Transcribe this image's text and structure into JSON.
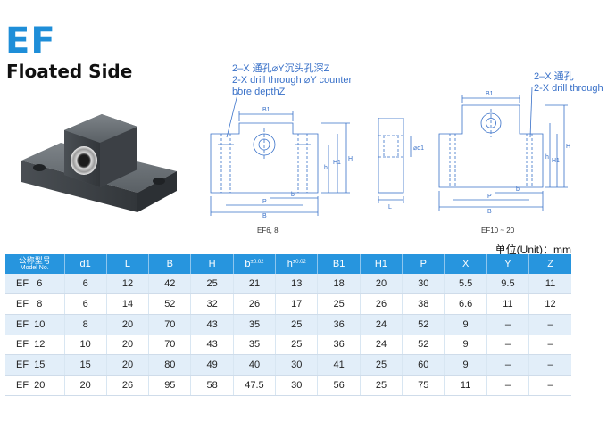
{
  "header": {
    "brand": "EF",
    "subtitle": "Floated Side"
  },
  "colors": {
    "brand_blue": "#1e8ed8",
    "table_header": "#2795de",
    "row_tint": "#e2eef9",
    "drawing_line": "#3870c8"
  },
  "drawing_left": {
    "callout_line1": "2–X 通孔⌀Y沉头孔深Z",
    "callout_line2": "2-X drill through ⌀Y counter",
    "callout_line3": "bore depthZ",
    "caption": "EF6, 8",
    "dims": {
      "b1": "B1",
      "h": "h",
      "h1": "H1",
      "H": "H",
      "b": "b",
      "p": "P",
      "B": "B",
      "d1": "⌀d1",
      "L": "L"
    }
  },
  "drawing_right": {
    "callout_line1": "2–X 通孔",
    "callout_line2": "2-X drill through",
    "caption": "EF10 ~ 20",
    "dims": {
      "b1": "B1",
      "h": "h",
      "h1": "H1",
      "H": "H",
      "b": "b",
      "p": "P",
      "B": "B"
    }
  },
  "unit_label": "单位(Unit)：mm",
  "table": {
    "header": {
      "model_zh": "公称型号",
      "model_en": "Model No.",
      "cols": [
        "d1",
        "L",
        "B",
        "H",
        "b",
        "h",
        "B1",
        "H1",
        "P",
        "X",
        "Y",
        "Z"
      ],
      "tol_b": "±0.02",
      "tol_h": "±0.02"
    },
    "rows": [
      [
        "EF   6",
        "6",
        "12",
        "42",
        "25",
        "21",
        "13",
        "18",
        "20",
        "30",
        "5.5",
        "9.5",
        "11"
      ],
      [
        "EF   8",
        "6",
        "14",
        "52",
        "32",
        "26",
        "17",
        "25",
        "26",
        "38",
        "6.6",
        "11",
        "12"
      ],
      [
        "EF  10",
        "8",
        "20",
        "70",
        "43",
        "35",
        "25",
        "36",
        "24",
        "52",
        "9",
        "–",
        "–"
      ],
      [
        "EF  12",
        "10",
        "20",
        "70",
        "43",
        "35",
        "25",
        "36",
        "24",
        "52",
        "9",
        "–",
        "–"
      ],
      [
        "EF  15",
        "15",
        "20",
        "80",
        "49",
        "40",
        "30",
        "41",
        "25",
        "60",
        "9",
        "–",
        "–"
      ],
      [
        "EF  20",
        "20",
        "26",
        "95",
        "58",
        "47.5",
        "30",
        "56",
        "25",
        "75",
        "11",
        "–",
        "–"
      ]
    ]
  }
}
